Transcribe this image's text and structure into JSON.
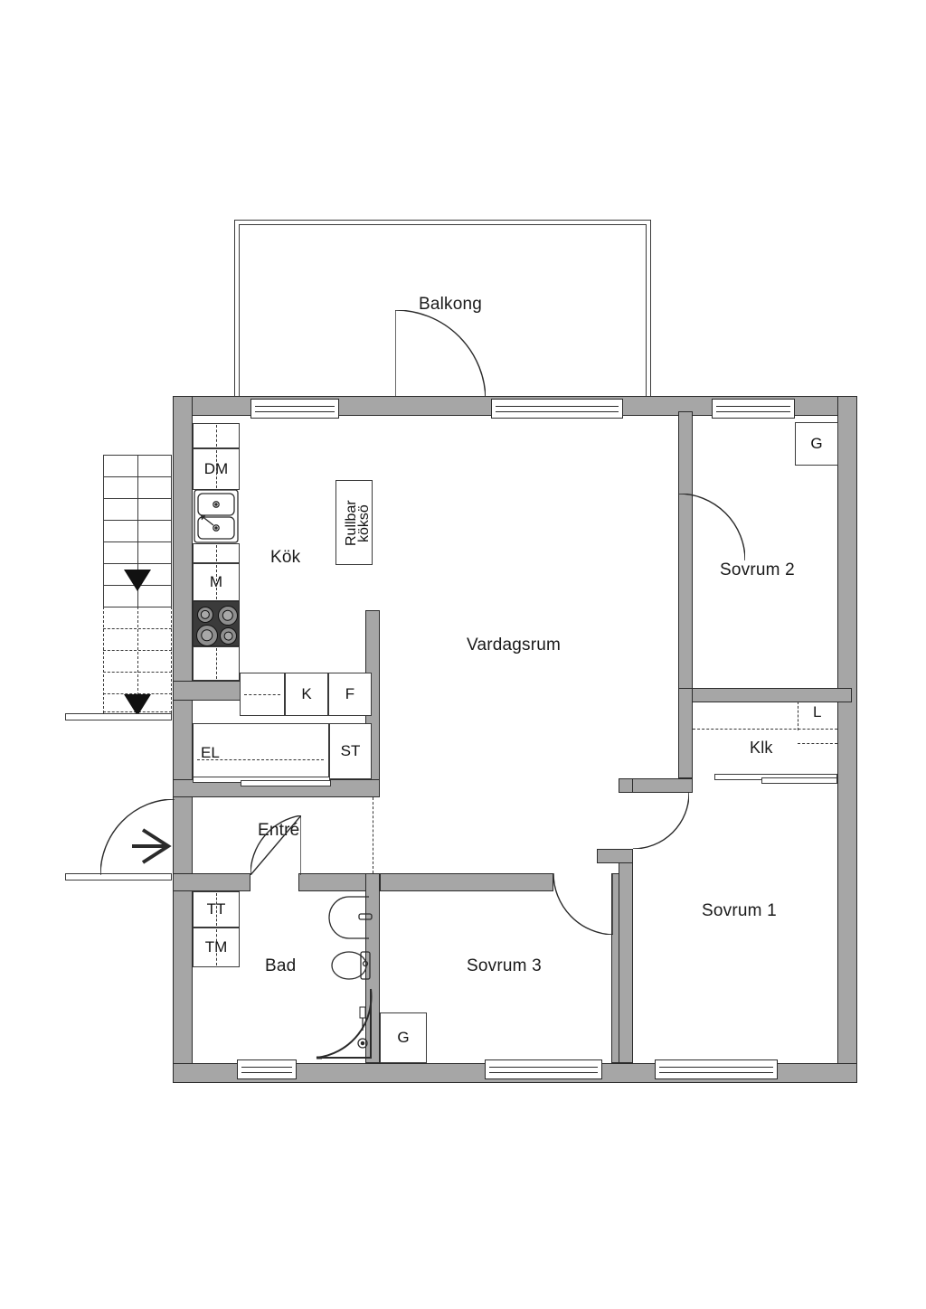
{
  "plan": {
    "type": "apartment-floor-plan",
    "language": "sv",
    "rooms": [
      {
        "key": "balkong",
        "label": "Balkong"
      },
      {
        "key": "kok",
        "label": "Kök"
      },
      {
        "key": "vardagsrum",
        "label": "Vardagsrum"
      },
      {
        "key": "sovrum2",
        "label": "Sovrum 2"
      },
      {
        "key": "klk",
        "label": "Klk"
      },
      {
        "key": "sovrum1",
        "label": "Sovrum 1"
      },
      {
        "key": "entre",
        "label": "Entré"
      },
      {
        "key": "bad",
        "label": "Bad"
      },
      {
        "key": "sovrum3",
        "label": "Sovrum 3"
      }
    ],
    "fixtures": {
      "dishwasher": "DM",
      "microwave": "M",
      "pantry": "K",
      "fridge": "F",
      "electrical": "EL",
      "storage": "ST",
      "tumble_dryer": "TT",
      "washing_machine": "TM",
      "wardrobe_top_right": "G",
      "wardrobe_bottom": "G",
      "linen": "L",
      "island_line1": "Rullbar",
      "island_line2": "köksö"
    },
    "colors": {
      "wall_fill": "#a6a6a6",
      "wall_stroke": "#2b2b2b",
      "line": "#3a3a3a",
      "text": "#1a1a1a",
      "hob_fill": "#3b3b3b",
      "background": "#ffffff"
    }
  }
}
